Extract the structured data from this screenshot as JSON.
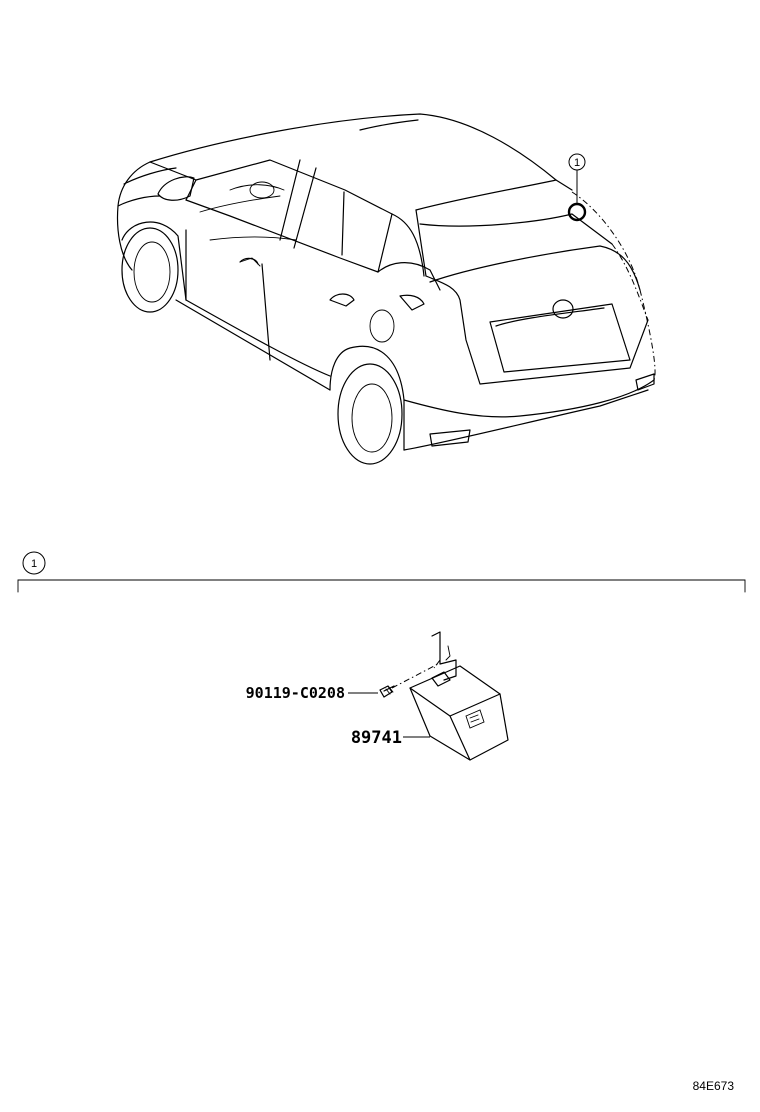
{
  "diagram": {
    "callout_number": "1",
    "section_number": "1",
    "parts": [
      {
        "part_no": "90119-C0208"
      },
      {
        "part_no": "89741"
      }
    ],
    "figure_code": "84E673"
  },
  "colors": {
    "line": "#000000",
    "background": "#ffffff"
  }
}
